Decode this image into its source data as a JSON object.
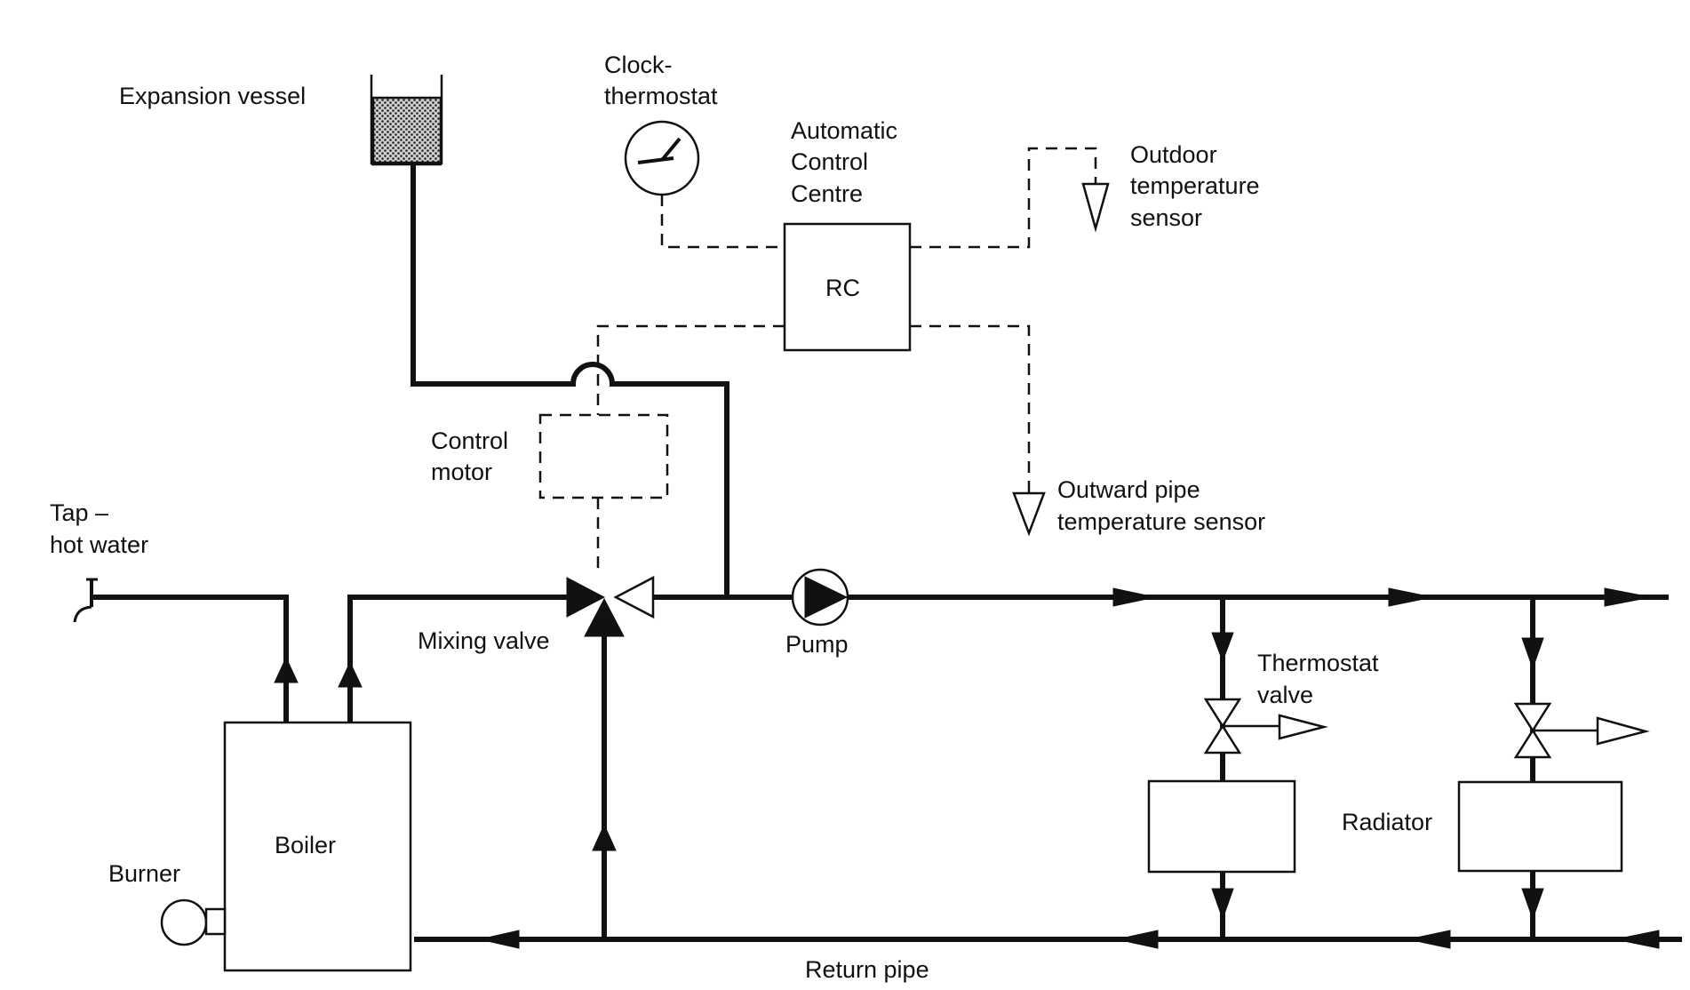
{
  "labels": {
    "expansion_vessel": "Expansion vessel",
    "clock_thermostat_l1": "Clock-",
    "clock_thermostat_l2": "thermostat",
    "automatic_control_l1": "Automatic",
    "automatic_control_l2": "Control",
    "automatic_control_l3": "Centre",
    "rc": "RC",
    "outdoor_sensor_l1": "Outdoor",
    "outdoor_sensor_l2": "temperature",
    "outdoor_sensor_l3": "sensor",
    "control_motor_l1": "Control",
    "control_motor_l2": "motor",
    "outward_sensor_l1": "Outward pipe",
    "outward_sensor_l2": "temperature sensor",
    "tap_l1": "Tap –",
    "tap_l2": "hot water",
    "mixing_valve": "Mixing valve",
    "pump": "Pump",
    "thermostat_valve_l1": "Thermostat",
    "thermostat_valve_l2": "valve",
    "radiator": "Radiator",
    "boiler": "Boiler",
    "burner": "Burner",
    "return_pipe": "Return pipe"
  },
  "icons": {
    "clock": "clock-icon",
    "pump": "pump-icon",
    "valve": "valve-icon",
    "sensor": "sensor-icon",
    "tap": "tap-icon"
  },
  "colors": {
    "line": "#111111",
    "background": "#ffffff"
  }
}
